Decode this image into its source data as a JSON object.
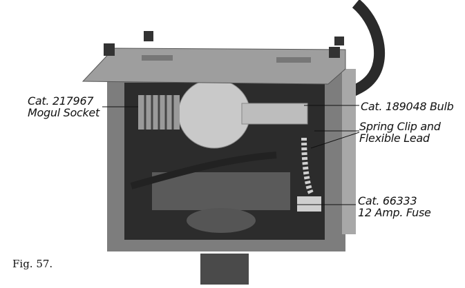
{
  "figure": {
    "caption": "Fig. 57.",
    "subject": "lamp-house-interior-photo",
    "callouts": [
      {
        "id": "socket",
        "line1": "Cat. 217967",
        "line2": "Mogul Socket"
      },
      {
        "id": "bulb",
        "line1": "Cat. 189048 Bulb"
      },
      {
        "id": "clip",
        "line1": "Spring Clip and",
        "line2": "Flexible Lead"
      },
      {
        "id": "fuse",
        "line1": "Cat. 66333",
        "line2": "12 Amp. Fuse"
      }
    ]
  },
  "colors": {
    "background": "#ffffff",
    "metal_dark": "#3a3a3a",
    "metal_mid": "#8a8a8a",
    "metal_light": "#bdbdbd",
    "ink": "#111111"
  }
}
